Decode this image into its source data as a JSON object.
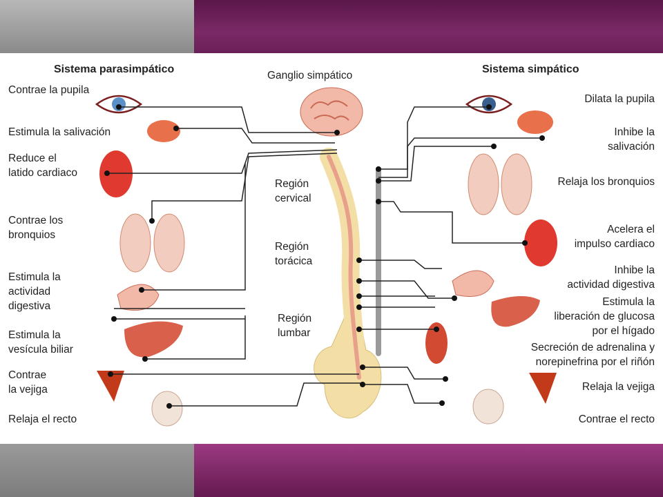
{
  "headers": {
    "parasympathetic": "Sistema parasimpático",
    "ganglion": "Ganglio simpático",
    "sympathetic": "Sistema simpático"
  },
  "left_labels": [
    "Contrae la pupila",
    "Estimula la salivación",
    "Reduce el\nlatido cardiaco",
    "Contrae los\nbronquios",
    "Estimula la\nactividad\ndigestiva",
    "Estimula la\nvesícula biliar",
    "Contrae\nla vejiga",
    "Relaja el recto"
  ],
  "center_labels": [
    "Región\ncervical",
    "Región\ntorácica",
    "Región\nlumbar"
  ],
  "right_labels": [
    "Dilata la pupila",
    "Inhibe la\nsalivación",
    "Relaja los bronquios",
    "Acelera el\nimpulso cardiaco",
    "Inhibe la\nactividad digestiva",
    "Estimula la\nliberación de glucosa\npor el hígado",
    "Secreción de adrenalina y\nnorepinefrina por el riñón",
    "Relaja la vejiga",
    "Contrae el recto"
  ],
  "colors": {
    "organ_red": "#e0392f",
    "organ_pink": "#f2b9a8",
    "bone": "#f3dfa6",
    "chain": "#9a9a9a",
    "frame_purple": "#7a2a66"
  }
}
